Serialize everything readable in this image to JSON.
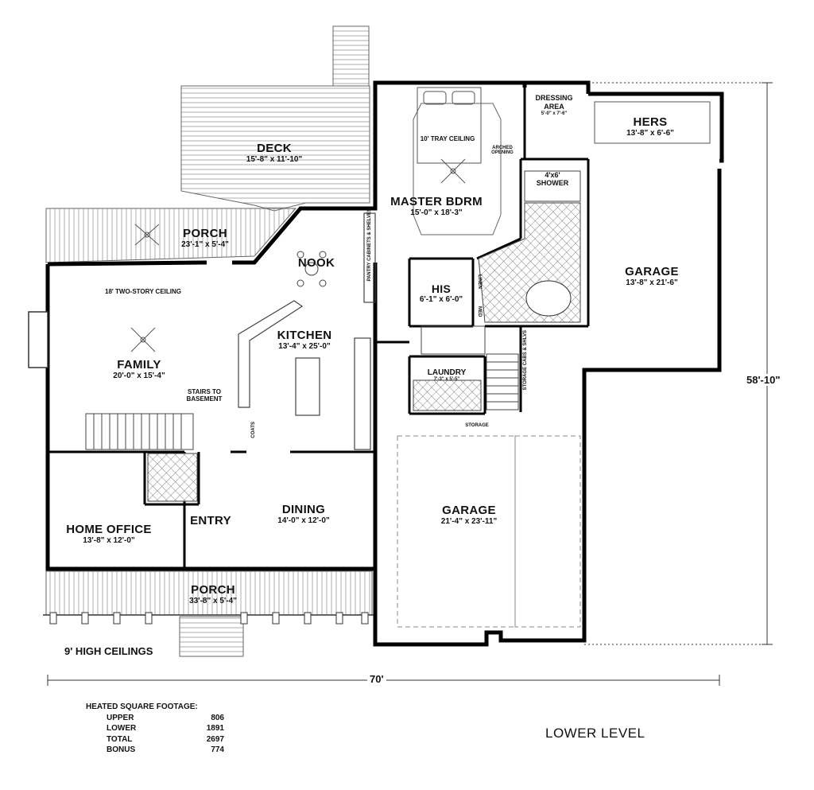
{
  "rooms": {
    "deck": {
      "name": "DECK",
      "dim": "15'-8\" x 11'-10\""
    },
    "porch_rear": {
      "name": "PORCH",
      "dim": "23'-1\" x 5'-4\""
    },
    "nook": {
      "name": "NOOK"
    },
    "family": {
      "name": "FAMILY",
      "dim": "20'-0\" x 15'-4\"",
      "note": "18' TWO-STORY CEILING"
    },
    "kitchen": {
      "name": "KITCHEN",
      "dim": "13'-4\" x 25'-0\""
    },
    "master": {
      "name": "MASTER BDRM",
      "dim": "15'-0\" x 18'-3\"",
      "note": "10' TRAY CEILING"
    },
    "dressing": {
      "name": "DRESSING AREA",
      "dim": "5'-0\" x 7'-6\""
    },
    "hers": {
      "name": "HERS",
      "dim": "13'-8\" x 6'-6\""
    },
    "shower": {
      "name": "4'x6' SHOWER"
    },
    "his": {
      "name": "HIS",
      "dim": "6'-1\" x 6'-0\""
    },
    "garage_right": {
      "name": "GARAGE",
      "dim": "13'-8\" x 21'-6\""
    },
    "laundry": {
      "name": "LAUNDRY",
      "dim": "7'-3\" x 5'-5\""
    },
    "garage_main": {
      "name": "GARAGE",
      "dim": "21'-4\" x 23'-11\""
    },
    "home_office": {
      "name": "HOME OFFICE",
      "dim": "13'-8\" x 12'-0\""
    },
    "entry": {
      "name": "ENTRY"
    },
    "dining": {
      "name": "DINING",
      "dim": "14'-0\" x 12'-0\""
    },
    "porch_front": {
      "name": "PORCH",
      "dim": "33'-8\" x 5'-4\""
    }
  },
  "notes": {
    "arched_opening": "ARCHED OPENING",
    "stairs_to_basement": "STAIRS TO BASEMENT",
    "pantry": "PANTRY CABINETS & SHELVES",
    "storage_cabs": "STORAGE CABS & SHLVS",
    "storage": "STORAGE",
    "coats": "COATS",
    "linen": "LINEN",
    "med": "MED",
    "ceilings": "9' HIGH CEILINGS",
    "width": "70'",
    "depth": "58'-10\""
  },
  "square_footage": {
    "heading": "HEATED SQUARE FOOTAGE:",
    "rows": [
      {
        "label": "UPPER",
        "value": "806"
      },
      {
        "label": "LOWER",
        "value": "1891"
      },
      {
        "label": "TOTAL",
        "value": "2697"
      },
      {
        "label": "BONUS",
        "value": "774"
      }
    ]
  },
  "level": "LOWER LEVEL"
}
